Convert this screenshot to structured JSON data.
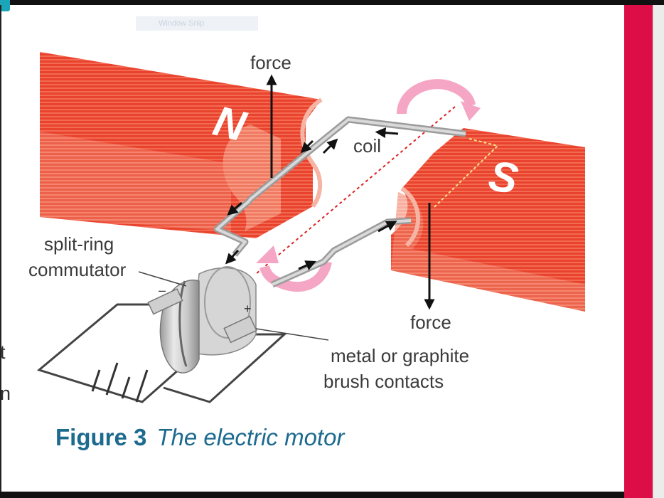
{
  "window": {
    "snip_label": "Window Snip"
  },
  "labels": {
    "force_top": "force",
    "force_bottom": "force",
    "coil": "coil",
    "pole_north": "N",
    "pole_south": "S",
    "split_ring_line1": "split-ring",
    "split_ring_line2": "commutator",
    "minus": "–",
    "plus": "+",
    "brush_line1": "metal or graphite",
    "brush_line2": "brush contacts"
  },
  "caption": {
    "number": "Figure 3",
    "title": "The electric motor"
  },
  "cut_off_text": [
    "t",
    "n"
  ],
  "colors": {
    "magnet_red": "#e8412c",
    "magnet_light": "#f3866f",
    "rotation_arrow": "#f4a6c4",
    "accent_stripe": "#dc0d47",
    "caption_blue": "#1d6a8f"
  }
}
